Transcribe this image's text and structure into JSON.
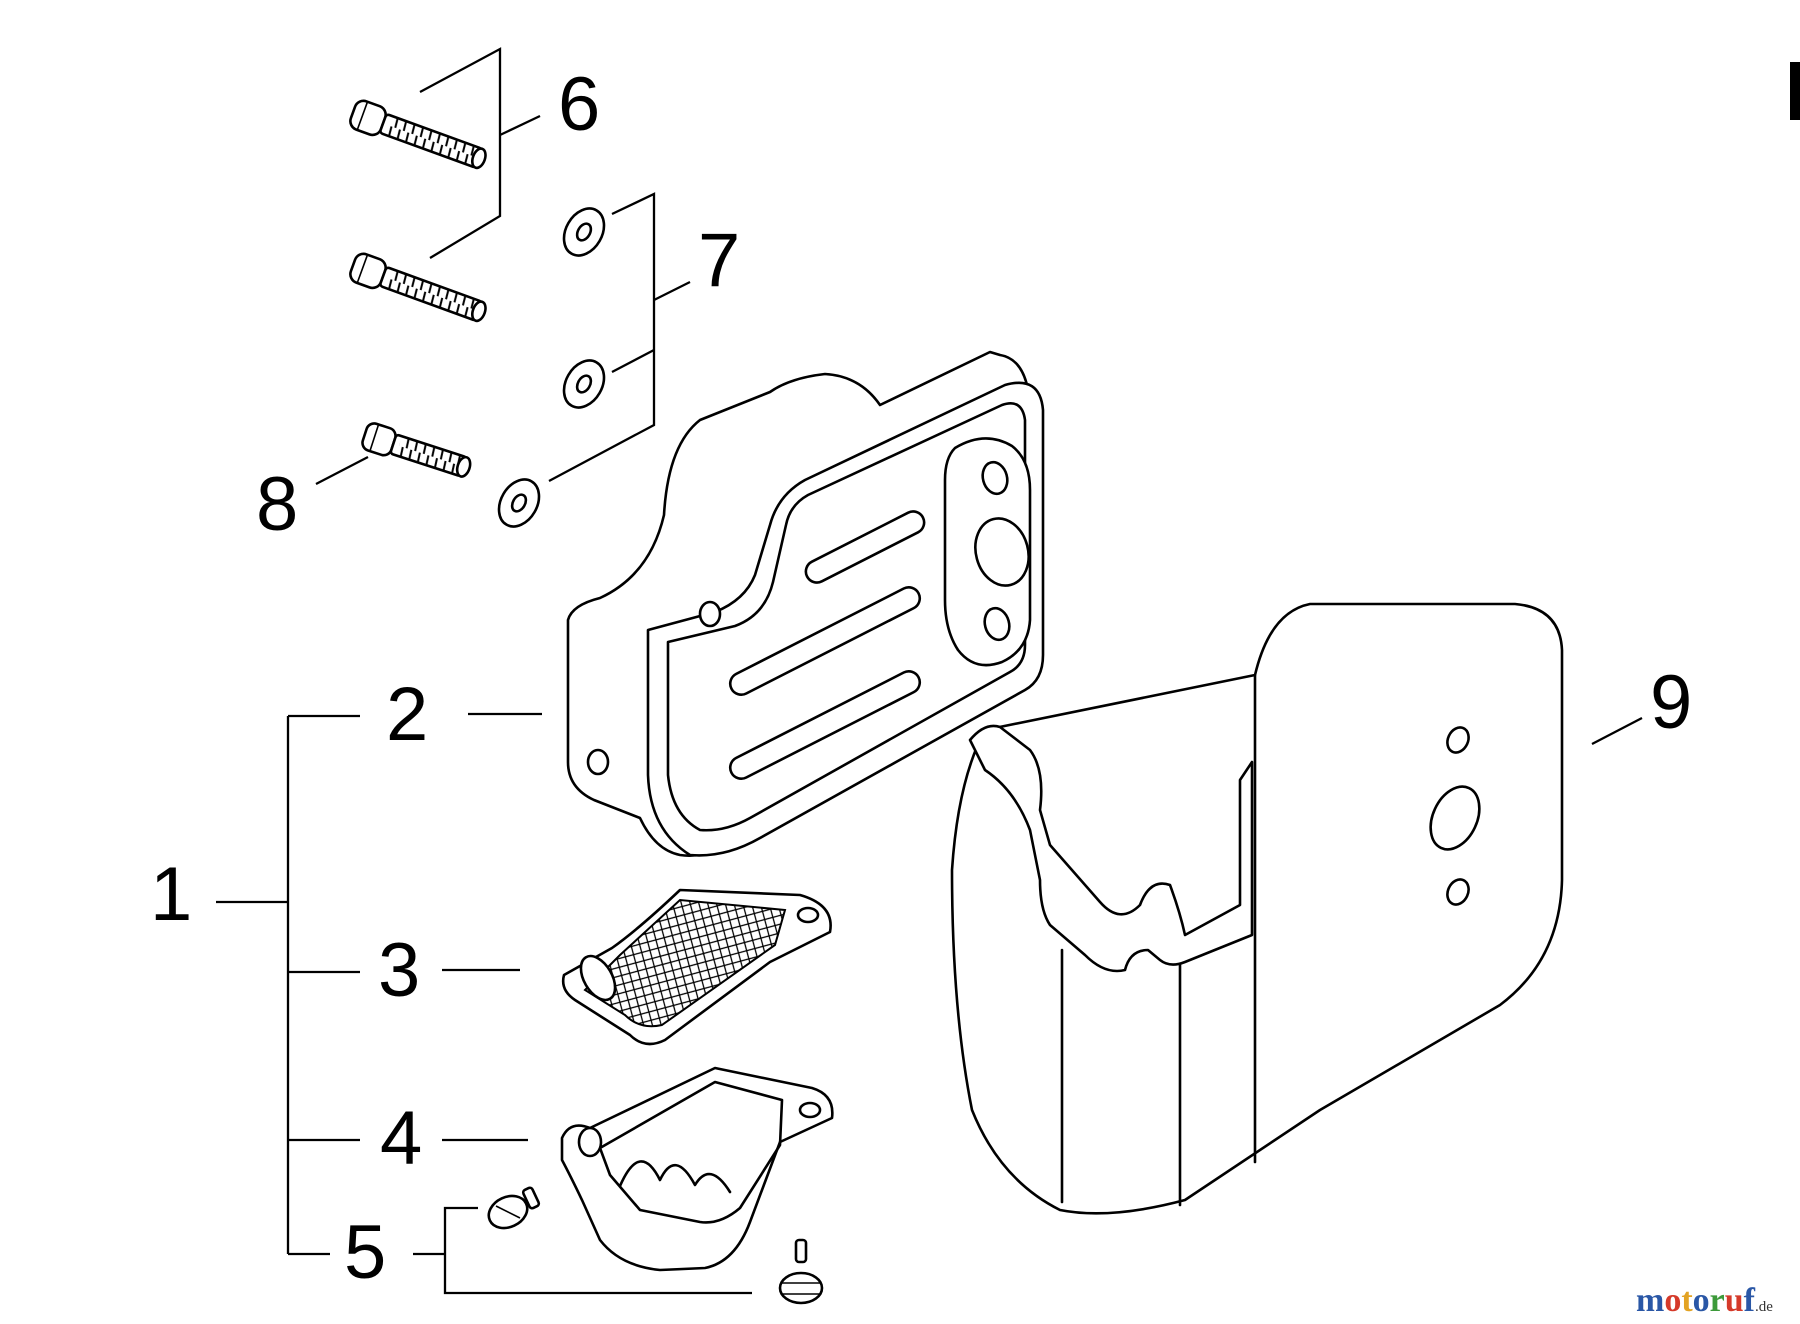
{
  "callouts": {
    "c1": "1",
    "c2": "2",
    "c3": "3",
    "c4": "4",
    "c5": "5",
    "c6": "6",
    "c7": "7",
    "c8": "8",
    "c9": "9"
  },
  "logo": {
    "l1": "m",
    "l2": "o",
    "l3": "t",
    "l4": "o",
    "l5": "r",
    "l6": "u",
    "l7": "f",
    "tld": ".de",
    "letter_colors": [
      "#2a57a6",
      "#d53a2a",
      "#e3a323",
      "#2a57a6",
      "#3d9a3a",
      "#d53a2a",
      "#2a57a6"
    ]
  }
}
